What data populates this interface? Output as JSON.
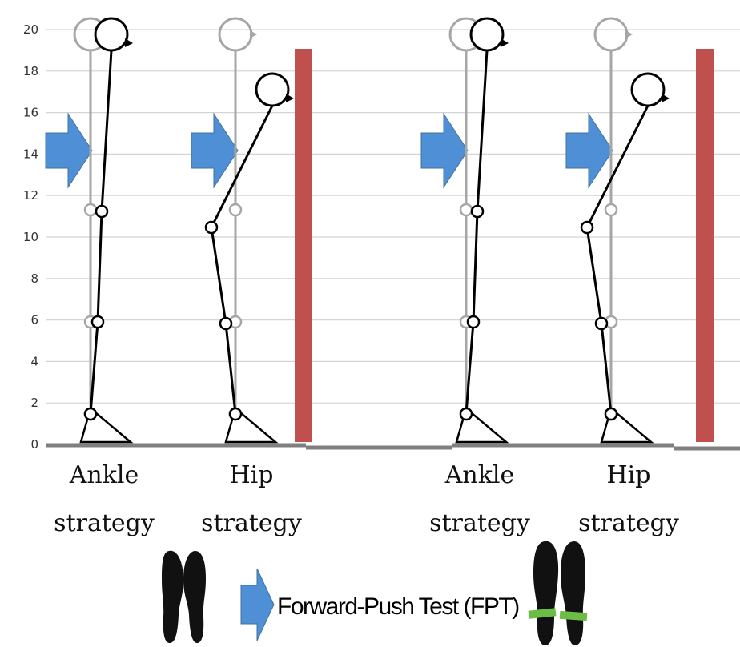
{
  "colors": {
    "grid": "#d4d4d4",
    "ground": "#7f7f7f",
    "wall": "#c0504d",
    "push_arrow": "#4f8fd6",
    "push_arrow_edge": "#41719c",
    "initial_posture": "#a6a6a6",
    "final_posture": "#000000",
    "foot_marker": "#6cbd45"
  },
  "axis": {
    "ticks": [
      "0",
      "2",
      "4",
      "6",
      "8",
      "10",
      "12",
      "14",
      "16",
      "18",
      "20"
    ]
  },
  "panels": [
    {
      "strategies": [
        {
          "caption_line1": "Ankle",
          "caption_line2": "strategy",
          "type": "ankle"
        },
        {
          "caption_line1": "Hip",
          "caption_line2": "strategy",
          "type": "hip"
        }
      ]
    },
    {
      "strategies": [
        {
          "caption_line1": "Ankle",
          "caption_line2": "strategy",
          "type": "ankle"
        },
        {
          "caption_line1": "Hip",
          "caption_line2": "strategy",
          "type": "hip"
        }
      ]
    }
  ],
  "legend": {
    "label": "Forward-Push Test (FPT)",
    "left_icon": "barefoot-footprints-icon",
    "right_icon": "shoe-prints-with-green-markers-icon"
  }
}
